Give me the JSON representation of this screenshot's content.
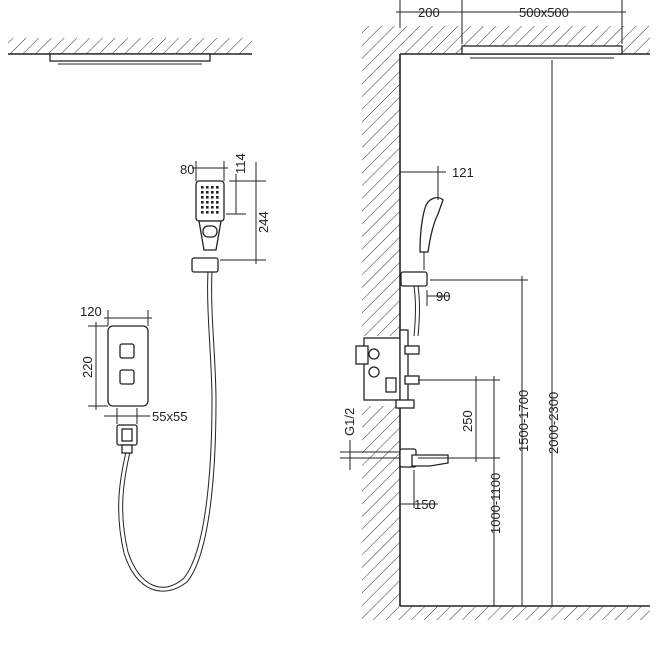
{
  "colors": {
    "line": "#222222",
    "background": "#ffffff"
  },
  "labels": {
    "head_size": "500x500",
    "wall_offset": "200",
    "handshower_width": "80",
    "handshower_depth": "114",
    "handshower_length": "244",
    "handshower_projection": "121",
    "holder_projection": "90",
    "panel_width": "120",
    "panel_height": "220",
    "outlet_size": "55x55",
    "thread": "G1/2",
    "spout_projection": "150",
    "mixer_to_spout": "250",
    "spout_height": "1000-1100",
    "holder_height": "1500-1700",
    "head_height": "2000-2300"
  }
}
